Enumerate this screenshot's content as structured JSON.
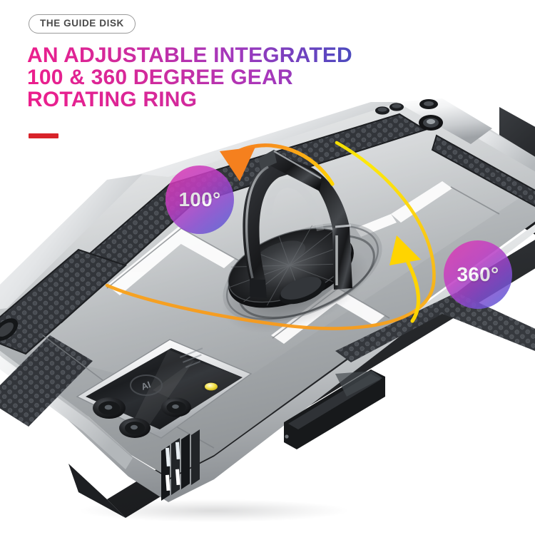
{
  "header": {
    "badge_label": "THE GUIDE DISK",
    "headline_line1": "AN ADJUSTABLE INTEGRATED",
    "headline_line2": "100 & 360 DEGREE GEAR",
    "headline_line3": "ROTATING RING",
    "accent_rule_color": "#d8232a",
    "badge_border_color": "#9a9a9a",
    "badge_text_color": "#4a4a4a",
    "headline_gradient_start": "#ec1e8c",
    "headline_gradient_mid": "#a238bd",
    "headline_gradient_end": "#1f5fb5"
  },
  "annotations": [
    {
      "id": "100",
      "label": "100°",
      "arrow_color": "#f68a1e"
    },
    {
      "id": "360",
      "label": "360°",
      "arrow_color": "#ffd400"
    }
  ],
  "product": {
    "type": "armor phone case with rotating ring kickstand",
    "body_color": "#b9bcbf",
    "liner_color": "#2a2c2f",
    "ring_color": "#2b2d30",
    "camera_module_color": "#1b1d20",
    "camera_label": "AI",
    "flash_color": "#f2e24a",
    "honeycomb_color": "#4a4d52"
  }
}
